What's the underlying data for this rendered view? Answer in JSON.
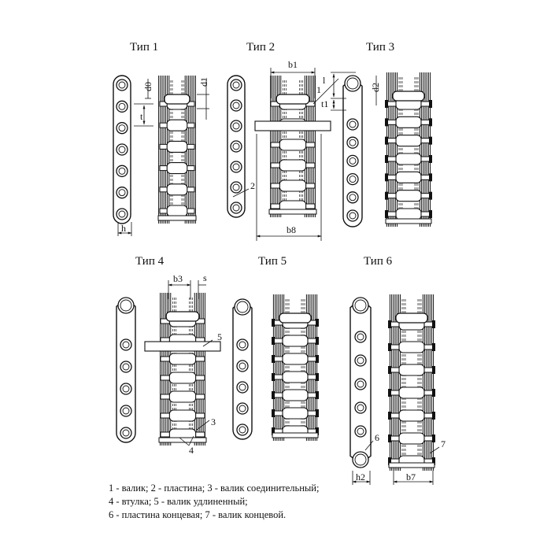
{
  "titles": {
    "t1": "Тип 1",
    "t2": "Тип 2",
    "t3": "Тип 3",
    "t4": "Тип 4",
    "t5": "Тип 5",
    "t6": "Тип 6"
  },
  "dimensions": {
    "d0": "d0",
    "d1": "d1",
    "t": "t",
    "h": "h",
    "b1": "b1",
    "l": "l",
    "t1": "t1",
    "d2": "d2",
    "b8": "b8",
    "b3": "b3",
    "s": "s",
    "h2": "h2",
    "b7": "b7"
  },
  "callouts": {
    "n1": "1",
    "n2": "2",
    "n3": "3",
    "n4": "4",
    "n5": "5",
    "n6": "6",
    "n7": "7"
  },
  "legend": {
    "line1": "1 - валик; 2 - пластина; 3 - валик соединительный;",
    "line2": "4 - втулка; 5 - валик удлиненный;",
    "line3": "6 - пластина концевая; 7 - валик концевой."
  }
}
